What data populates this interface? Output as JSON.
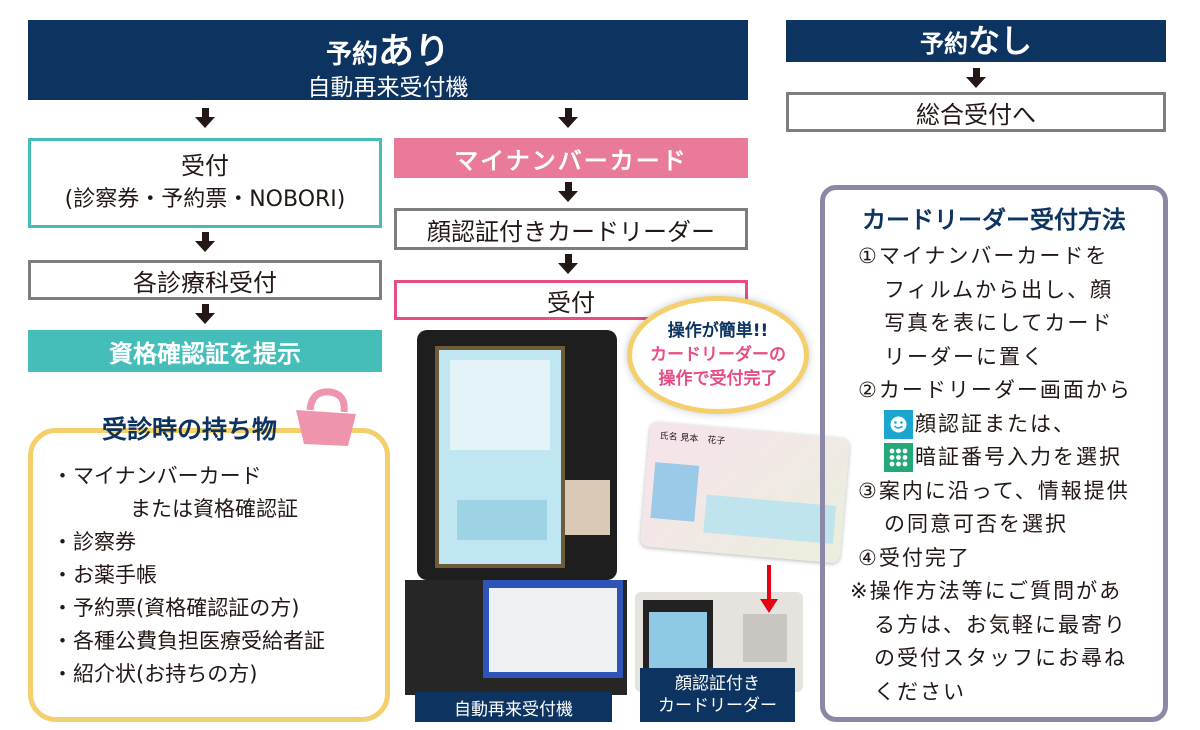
{
  "with_reservation": {
    "title_prefix": "予約",
    "title_emphasis": "あり",
    "subtitle": "自動再来受付機"
  },
  "without_reservation": {
    "title_prefix": "予約",
    "title_emphasis": "なし",
    "next_step": "総合受付へ"
  },
  "left_flow": {
    "step1_line1": "受付",
    "step1_line2": "(診察券・予約票・NOBORI)",
    "step2": "各診療科受付",
    "step3": "資格確認証を提示"
  },
  "middle_flow": {
    "step1": "マイナンバーカード",
    "step2": "顔認証付きカードリーダー",
    "step3": "受付"
  },
  "belongings": {
    "title": "受診時の持ち物",
    "items": [
      "・マイナンバーカード",
      "または資格確認証",
      "・診察券",
      "・お薬手帳",
      "・予約票(資格確認証の方)",
      "・各種公費負担医療受給者証",
      "・紹介状(お持ちの方)"
    ]
  },
  "bubble": {
    "line1": "操作が簡単!!",
    "line2": "カードリーダーの",
    "line3": "操作で受付完了"
  },
  "photos": {
    "kiosk_label": "自動再来受付機",
    "reader_label_line1": "顔認証付き",
    "reader_label_line2": "カードリーダー",
    "card_name": "氏名 見本　花子"
  },
  "card_reader_method": {
    "title": "カードリーダー受付方法",
    "lines": [
      "①マイナンバーカードを",
      "フィルムから出し、顔",
      "写真を表にしてカード",
      "リーダーに置く",
      "②カードリーダー画面から"
    ],
    "option_face": "顔認証または、",
    "option_pin": "暗証番号入力を選択",
    "lines_after": [
      "③案内に沿って、情報提供",
      "の同意可否を選択",
      "④受付完了",
      "※操作方法等にご質問があ",
      "る方は、お気軽に最寄り",
      "の受付スタッフにお尋ね",
      "ください"
    ]
  },
  "colors": {
    "navy": "#0d3461",
    "teal": "#45bdb9",
    "pink": "#e97a9a",
    "pink_border": "#e94b86",
    "yellow": "#f4cf6b",
    "panel_border": "#8b87a6",
    "face_icon": "#1ba6cf",
    "pin_icon": "#23a978"
  },
  "icons": [
    "face-recognition-icon",
    "pin-keypad-icon",
    "bag-icon",
    "down-arrow-icon"
  ]
}
